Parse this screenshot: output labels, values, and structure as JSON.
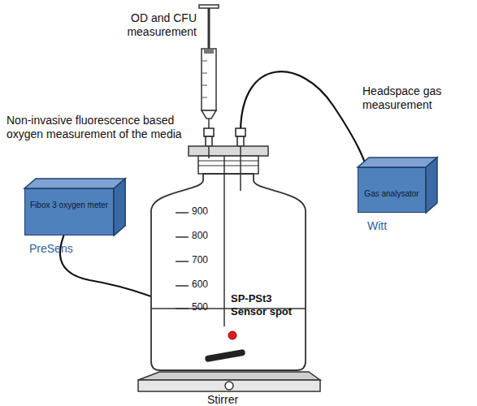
{
  "diagram": {
    "nodes": [
      {
        "text": [
          "Fibox 3 oxygen meter"
        ]
      },
      {
        "text": [
          "Gas analysator"
        ]
      }
    ],
    "labels": [
      "OD and CFU measurement",
      "Non-invasive fluorescence based oxygen measurement of the media",
      "PreSens",
      "Headspace gas measurement",
      "Witt",
      "900",
      "800",
      "700",
      "600",
      "500",
      "SP-PSt3 Sensor spot",
      "Stirrer"
    ]
  }
}
